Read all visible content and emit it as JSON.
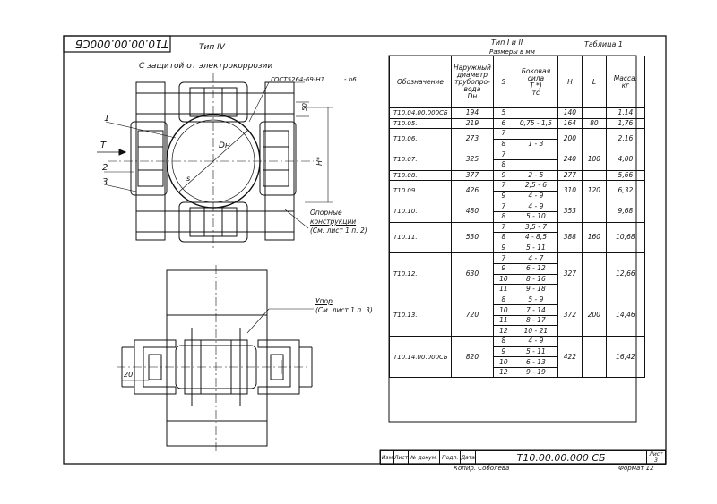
{
  "stamp_code": "Т10.00.00.000СБ",
  "type4_label": "Тип IV",
  "corrosion_note": "С защитой от электрокоррозии",
  "gost_note": "ГОСТ5264-69-Н1",
  "gost_tail": "- b6",
  "leaders": [
    "1",
    "2",
    "3"
  ],
  "arrow_label": "T",
  "dn_label": "Dн",
  "s_label": "s",
  "h_label": "H*",
  "dim_50": "50",
  "dim_20": "20",
  "support_note": [
    "Опорные",
    "конструкции",
    "(См. лист 1 п. 2)"
  ],
  "stop_note": [
    "Упор",
    "(См. лист 1 п. 3)"
  ],
  "type12_label": "Тип I и II",
  "table_label": "Таблица 1",
  "sizes_label": "Размеры в мм",
  "table": {
    "headers": {
      "designation": "Обозначение",
      "dn": [
        "Наружный",
        "диаметр",
        "трубопро-",
        "вода",
        "Dн"
      ],
      "s": "S",
      "force": [
        "Боковая",
        "сила",
        "T *)",
        "тс"
      ],
      "h": "H",
      "l": "L",
      "mass": [
        "Масса,",
        "кг"
      ]
    },
    "rows": [
      {
        "des": "Т10.04.00.000СБ",
        "dn": "194",
        "sub": [
          {
            "s": "5",
            "f": ""
          }
        ],
        "h": "140",
        "l": "",
        "m": "1,14"
      },
      {
        "des": "Т10.05.",
        "dn": "219",
        "sub": [
          {
            "s": "6",
            "f": "0,75 - 1,5"
          }
        ],
        "h": "164",
        "l": "80",
        "m": "1,76"
      },
      {
        "des": "Т10.06.",
        "dn": "273",
        "sub": [
          {
            "s": "7",
            "f": ""
          },
          {
            "s": "8",
            "f": "1 - 3"
          }
        ],
        "h": "200",
        "l": "",
        "m": "2,16"
      },
      {
        "des": "Т10.07.",
        "dn": "325",
        "sub": [
          {
            "s": "7",
            "f": ""
          },
          {
            "s": "8",
            "f": ""
          }
        ],
        "h": "240",
        "l": "100",
        "m": "4,00"
      },
      {
        "des": "Т10.08.",
        "dn": "377",
        "sub": [
          {
            "s": "9",
            "f": "2 - 5"
          }
        ],
        "h": "277",
        "l": "",
        "m": "5,66"
      },
      {
        "des": "Т10.09.",
        "dn": "426",
        "sub": [
          {
            "s": "7",
            "f": "2,5 - 6"
          },
          {
            "s": "9",
            "f": "4 - 9"
          }
        ],
        "h": "310",
        "l": "120",
        "m": "6,32"
      },
      {
        "des": "Т10.10.",
        "dn": "480",
        "sub": [
          {
            "s": "7",
            "f": "4 - 9"
          },
          {
            "s": "8",
            "f": "5 - 10"
          }
        ],
        "h": "353",
        "l": "",
        "m": "9,68"
      },
      {
        "des": "Т10.11.",
        "dn": "530",
        "sub": [
          {
            "s": "7",
            "f": "3,5 - 7"
          },
          {
            "s": "8",
            "f": "4 - 8,5"
          },
          {
            "s": "9",
            "f": "5 - 11"
          }
        ],
        "h": "388",
        "l": "160",
        "m": "10,68"
      },
      {
        "des": "Т10.12.",
        "dn": "630",
        "sub": [
          {
            "s": "7",
            "f": "4 - 7"
          },
          {
            "s": "9",
            "f": "6 - 12"
          },
          {
            "s": "10",
            "f": "8 - 16"
          },
          {
            "s": "11",
            "f": "9 - 18"
          }
        ],
        "h": "327",
        "l": "",
        "m": "12,66"
      },
      {
        "des": "Т10.13.",
        "dn": "720",
        "sub": [
          {
            "s": "8",
            "f": "5 - 9"
          },
          {
            "s": "10",
            "f": "7 - 14"
          },
          {
            "s": "11",
            "f": "8 - 17"
          },
          {
            "s": "12",
            "f": "10 - 21"
          }
        ],
        "h": "372",
        "l": "200",
        "m": "14,46"
      },
      {
        "des": "Т10.14.00.000СБ",
        "dn": "820",
        "sub": [
          {
            "s": "8",
            "f": "4 - 9"
          },
          {
            "s": "9",
            "f": "5 - 11"
          },
          {
            "s": "10",
            "f": "6 - 13"
          },
          {
            "s": "12",
            "f": "9 - 19"
          }
        ],
        "h": "422",
        "l": "",
        "m": "16,42"
      }
    ]
  },
  "title_block": {
    "code": "Т10.00.00.000 СБ",
    "sheet_label": "Лист",
    "sheet_no": "3",
    "cols": [
      "Изм",
      "Лист",
      "№ докум.",
      "Подп.",
      "Дата"
    ],
    "copied": "Копир. Соболева",
    "format": "Формат 12"
  }
}
